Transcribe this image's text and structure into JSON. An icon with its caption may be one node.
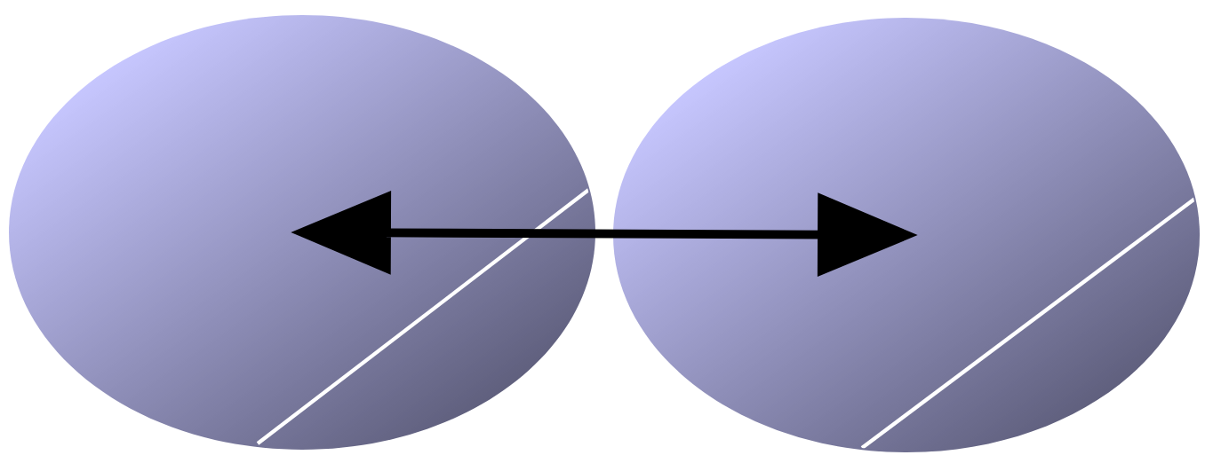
{
  "diagram": {
    "nodes": [
      {
        "text": [],
        "shape": "ellipse"
      },
      {
        "text": [],
        "shape": "ellipse"
      }
    ],
    "edges": [
      {
        "from": 0,
        "to": 1,
        "arrow": "both"
      }
    ]
  }
}
